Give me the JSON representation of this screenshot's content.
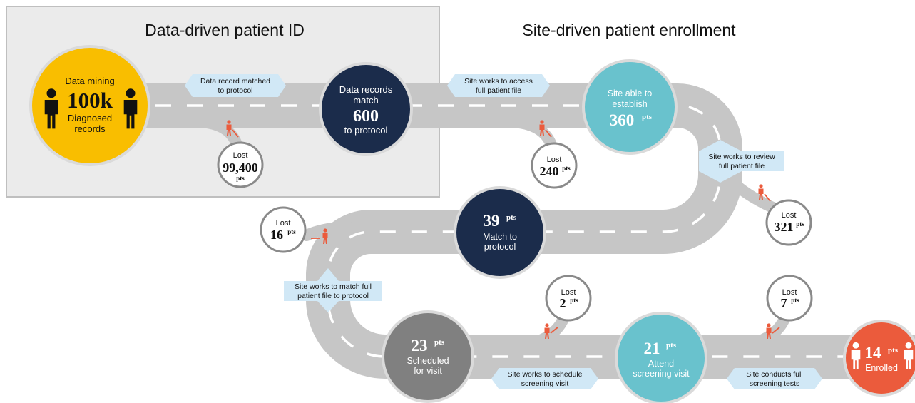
{
  "headings": {
    "left": "Data-driven patient ID",
    "right": "Site-driven patient enrollment"
  },
  "colors": {
    "road": "#c6c6c6",
    "dash": "#ffffff",
    "yellow": "#f9be00",
    "navy": "#1b2c4b",
    "teal": "#69c2cd",
    "gray_node": "#808080",
    "orange": "#eb5b3c",
    "sign": "#d1e8f6",
    "panel": "#ebebeb",
    "panel_border": "#bfbfbf"
  },
  "stages": [
    {
      "id": "data-mining",
      "line1": "Data mining",
      "value": "100k",
      "line2": "Diagnosed",
      "line3": "records"
    },
    {
      "id": "data-records-match",
      "line1": "Data records",
      "line2": "match",
      "value": "600",
      "line3": "to protocol"
    },
    {
      "id": "site-able",
      "line1": "Site able to",
      "line2": "establish",
      "value": "360",
      "unit": "pts"
    },
    {
      "id": "match-protocol",
      "value": "39",
      "unit": "pts",
      "line1": "Match to",
      "line2": "protocol"
    },
    {
      "id": "scheduled",
      "value": "23",
      "unit": "pts",
      "line1": "Scheduled",
      "line2": "for visit"
    },
    {
      "id": "attend",
      "value": "21",
      "unit": "pts",
      "line1": "Attend",
      "line2": "screening visit"
    },
    {
      "id": "enrolled",
      "value": "14",
      "unit": "pts",
      "line1": "Enrolled"
    }
  ],
  "losses": [
    {
      "label": "Lost",
      "value": "99,400",
      "unit": "pts"
    },
    {
      "label": "Lost",
      "value": "240",
      "unit": "pts"
    },
    {
      "label": "Lost",
      "value": "321",
      "unit": "pts"
    },
    {
      "label": "Lost",
      "value": "16",
      "unit": "pts"
    },
    {
      "label": "Lost",
      "value": "2",
      "unit": "pts"
    },
    {
      "label": "Lost",
      "value": "7",
      "unit": "pts"
    }
  ],
  "signs": [
    {
      "line1": "Data record matched",
      "line2": "to protocol"
    },
    {
      "line1": "Site works to access",
      "line2": "full patient file"
    },
    {
      "line1": "Site works to review",
      "line2": "full patient file"
    },
    {
      "line1": "Site works to match full",
      "line2": "patient file to protocol"
    },
    {
      "line1": "Site works to schedule",
      "line2": "screening visit"
    },
    {
      "line1": "Site conducts full",
      "line2": "screening tests"
    }
  ]
}
